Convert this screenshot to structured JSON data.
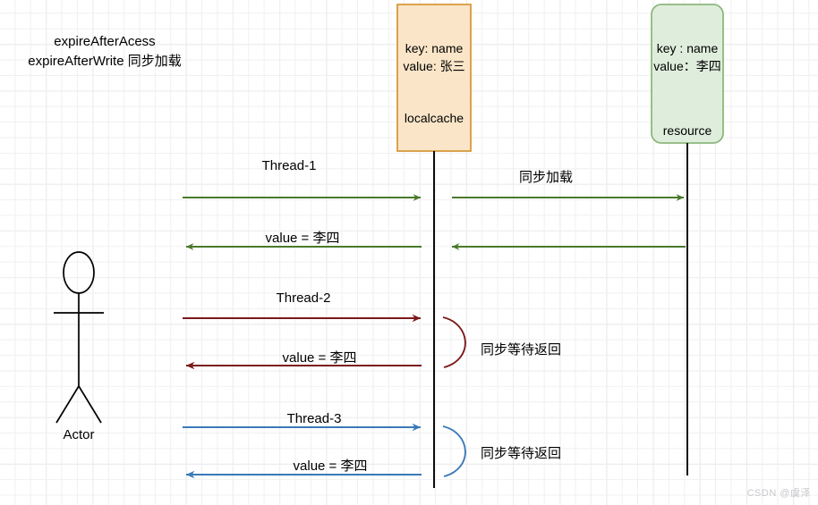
{
  "diagram": {
    "type": "uml-sequence-diagram",
    "note": {
      "line1": "expireAfterAcess",
      "line2": "expireAfterWrite 同步加载"
    },
    "actor": {
      "label": "Actor",
      "icon": "stick-figure-icon"
    },
    "participants": [
      {
        "id": "localcache",
        "name": "localcache",
        "key_line": "key: name",
        "value_line": "value: 张三",
        "fill": "#fae5c8",
        "stroke": "#d79b3c",
        "shape": "rectangle"
      },
      {
        "id": "resource",
        "name": "resource",
        "key_line": "key : name",
        "value_line": "value：李四",
        "fill": "#dfeedc",
        "stroke": "#8cb87c",
        "shape": "rounded-rectangle"
      }
    ],
    "messages": [
      {
        "id": "m1",
        "label": "Thread-1",
        "color": "#4a7a2c",
        "direction": "right",
        "from": "actor",
        "to": "localcache"
      },
      {
        "id": "m2",
        "label": "同步加载",
        "color": "#4a7a2c",
        "direction": "right",
        "from": "localcache",
        "to": "resource"
      },
      {
        "id": "m3",
        "label": "value = 李四",
        "color": "#4a7a2c",
        "direction": "left",
        "from": "localcache",
        "to": "actor"
      },
      {
        "id": "m4",
        "label": "",
        "color": "#4a7a2c",
        "direction": "left",
        "from": "resource",
        "to": "localcache"
      },
      {
        "id": "m5",
        "label": "Thread-2",
        "color": "#7b1a1a",
        "direction": "right",
        "from": "actor",
        "to": "localcache"
      },
      {
        "id": "m6",
        "label": "value = 李四",
        "color": "#7b1a1a",
        "direction": "left",
        "from": "localcache",
        "to": "actor"
      },
      {
        "id": "m7",
        "label": "Thread-3",
        "color": "#3a7ab8",
        "direction": "right",
        "from": "actor",
        "to": "localcache"
      },
      {
        "id": "m8",
        "label": "value = 李四",
        "color": "#3a7ab8",
        "direction": "left",
        "from": "localcache",
        "to": "actor"
      }
    ],
    "brace_notes": [
      {
        "id": "b1",
        "label": "同步等待返回",
        "color": "#7b1a1a"
      },
      {
        "id": "b2",
        "label": "同步等待返回",
        "color": "#3a7ab8"
      }
    ],
    "watermark": "CSDN @虞泽"
  }
}
